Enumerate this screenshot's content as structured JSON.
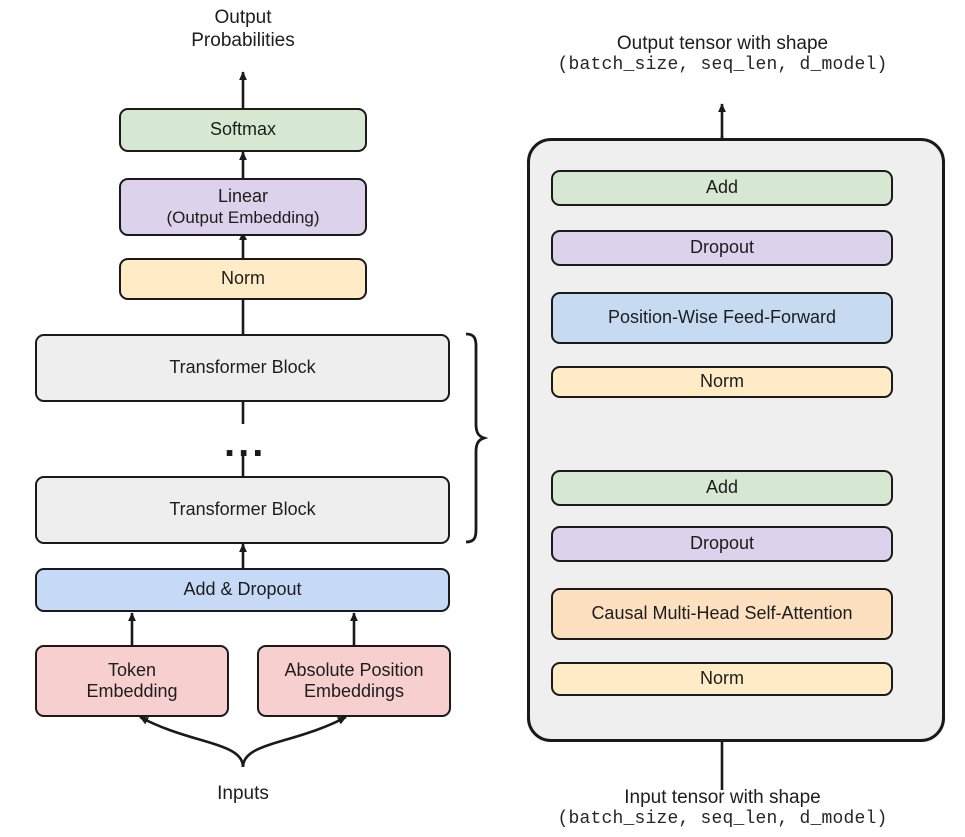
{
  "figure": {
    "title": "Decoder-only Transformer architecture with expanded Transformer Block"
  },
  "left_panel": {
    "top_caption": {
      "line1": "Output",
      "line2": "Probabilities"
    },
    "bottom_caption": {
      "line1": "Inputs"
    },
    "nodes": [
      {
        "id": "softmax",
        "label": "Softmax",
        "sublabel": "",
        "color": "#d6e8d2"
      },
      {
        "id": "linear",
        "label": "Linear",
        "sublabel": "(Output Embedding)",
        "color": "#dcd2ec"
      },
      {
        "id": "norm",
        "label": "Norm",
        "sublabel": "",
        "color": "#ffecc7"
      },
      {
        "id": "block_top",
        "label": "Transformer Block",
        "sublabel": "",
        "color": "#eeeeee"
      },
      {
        "id": "block_bot",
        "label": "Transformer Block",
        "sublabel": "",
        "color": "#eeeeee"
      },
      {
        "id": "adddrop",
        "label": "Add & Dropout",
        "sublabel": "",
        "color": "#c6d9f7"
      },
      {
        "id": "tokemb",
        "label": "Token",
        "sublabel": "Embedding",
        "color": "#f7cfcf"
      },
      {
        "id": "posemb",
        "label": "Absolute Position",
        "sublabel": "Embeddings",
        "color": "#f7cfcf"
      }
    ],
    "repeat_marker": "...",
    "brace_name": "repeated-blocks-brace"
  },
  "right_panel": {
    "top_caption": {
      "line1": "Output tensor with shape",
      "line2": "(batch_size, seq_len, d_model)"
    },
    "bottom_caption": {
      "line1": "Input tensor with shape",
      "line2": "(batch_size, seq_len, d_model)"
    },
    "container_label": "transformer-block-detail",
    "nodes": [
      {
        "id": "add_ffn",
        "label": "Add",
        "color": "#d6e8d2"
      },
      {
        "id": "drop_ffn",
        "label": "Dropout",
        "color": "#dcd2ec"
      },
      {
        "id": "ffn",
        "label": "Position-Wise Feed-Forward",
        "color": "#c6daf2"
      },
      {
        "id": "norm_ffn",
        "label": "Norm",
        "color": "#ffecc7"
      },
      {
        "id": "add_attn",
        "label": "Add",
        "color": "#d6e8d2"
      },
      {
        "id": "drop_attn",
        "label": "Dropout",
        "color": "#dcd2ec"
      },
      {
        "id": "attn",
        "label": "Causal Multi-Head Self-Attention",
        "color": "#fce0c0"
      },
      {
        "id": "norm_attn",
        "label": "Norm",
        "color": "#ffecc7"
      }
    ],
    "residual_connections": [
      {
        "name": "ffn-residual-skip",
        "from": "norm_ffn-input",
        "to": "add_ffn"
      },
      {
        "name": "attn-residual-skip",
        "from": "norm_attn-input",
        "to": "add_attn"
      }
    ]
  },
  "colors": {
    "stroke": "#1a1a1a",
    "panel_fill": "#efefef",
    "background": "#ffffff"
  }
}
